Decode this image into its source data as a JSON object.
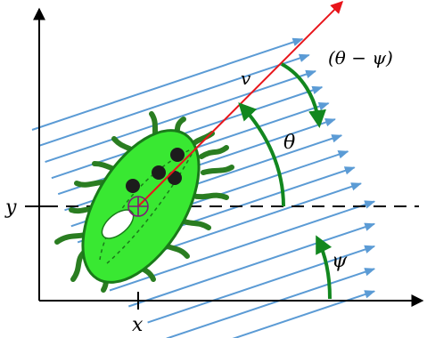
{
  "labels": {
    "v": "v",
    "theta": "θ",
    "theta_minus_psi": "(θ − ψ)",
    "psi": "ψ",
    "x": "x",
    "y": "y"
  },
  "colors": {
    "flow": "#5b9bd5",
    "heading": "#e8151b",
    "angle_arc": "#12871f",
    "body_fill": "#39e832",
    "body_outline": "#1a7a1a",
    "legs": "#2a7d21",
    "center_marker": "#7a1e74",
    "axes": "#000000"
  },
  "icons": [
    "bug-body",
    "center-marker",
    "heading-arrow",
    "flow-arrows"
  ]
}
